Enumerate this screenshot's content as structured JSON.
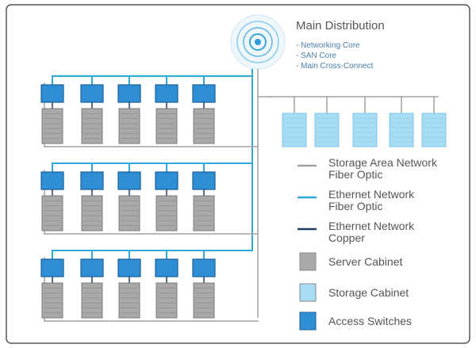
{
  "main_distribution": {
    "title": "Main Distribution",
    "items": [
      "- Networking Core",
      "- SAN Core",
      "- Main Cross-Connect"
    ]
  },
  "legend": [
    {
      "lines": [
        "Storage Area Network",
        "Fiber Optic"
      ],
      "symbol": "line",
      "color": "#a0a0a0"
    },
    {
      "lines": [
        "Ethernet Network",
        "Fiber Optic"
      ],
      "symbol": "line",
      "color": "#2fa8dc"
    },
    {
      "lines": [
        "Ethernet Network",
        "Copper"
      ],
      "symbol": "line",
      "color": "#1d3f63"
    },
    {
      "lines": [
        "Server Cabinet"
      ],
      "symbol": "box",
      "color": "#a9a9a9"
    },
    {
      "lines": [
        "Storage Cabinet"
      ],
      "symbol": "box",
      "color": "#a8dcf5"
    },
    {
      "lines": [
        "Access Switches"
      ],
      "symbol": "box",
      "color": "#2f8fd6"
    }
  ],
  "colors": {
    "san_fiber": "#a0a0a0",
    "ethernet_fiber": "#2fa8dc",
    "ethernet_copper": "#1d3f63",
    "server_cabinet": "#a9a9a9",
    "storage_cabinet": "#a8dcf5",
    "access_switch": "#2f8fd6",
    "border": "#555555"
  },
  "layout_counts": {
    "server_rows": 3,
    "cabinets_per_row": 5,
    "storage_cabinets": 5
  }
}
